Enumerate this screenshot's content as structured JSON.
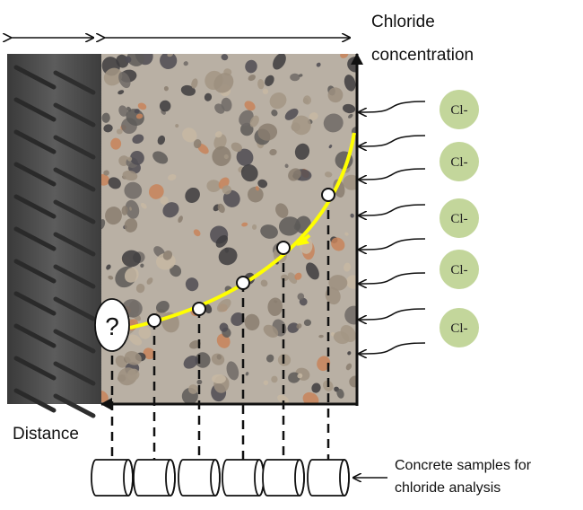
{
  "labels": {
    "y_axis": [
      "Chloride",
      "concentration"
    ],
    "x_axis": "Distance",
    "unknown": "?",
    "samples": [
      "Concrete samples for",
      "chloride analysis"
    ]
  },
  "ions": [
    "Cl-",
    "Cl-",
    "Cl-",
    "Cl-",
    "Cl-"
  ],
  "colors": {
    "profile_curve": "#ffff00",
    "ion_fill": "#c3d69b",
    "rebar": "#4a4a4a",
    "concrete": "#b9b0a4"
  },
  "sample_count": 6
}
